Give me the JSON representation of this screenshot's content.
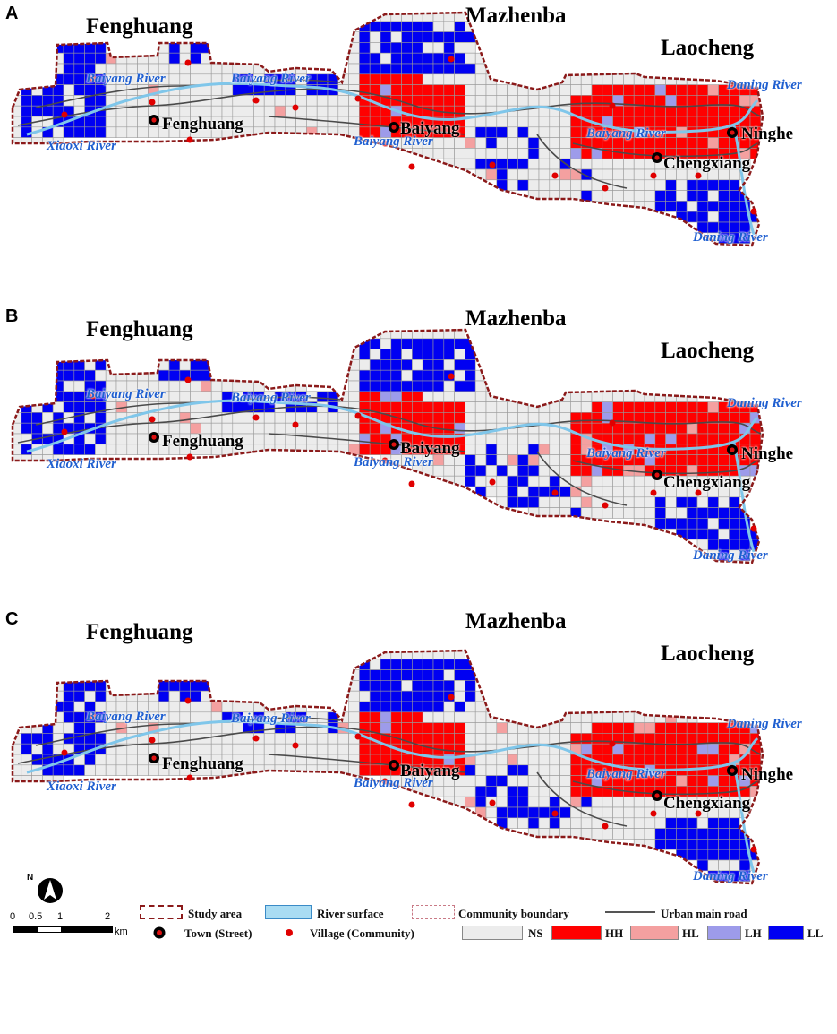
{
  "panels": [
    {
      "letter": "A",
      "regions": [
        "Fenghuang",
        "Mazhenba",
        "Laocheng"
      ],
      "towns": [
        "Fenghuang",
        "Baiyang",
        "Ninghe",
        "Chengxiang"
      ],
      "rivers": [
        "Baiyang River",
        "Baiyang River",
        "Xiaoxi River",
        "Baiyang River",
        "Baiyang River",
        "Daning River",
        "Daning River"
      ]
    },
    {
      "letter": "B",
      "regions": [
        "Fenghuang",
        "Mazhenba",
        "Laocheng"
      ],
      "towns": [
        "Fenghuang",
        "Baiyang",
        "Ninghe",
        "Chengxiang"
      ],
      "rivers": [
        "Baiyang River",
        "Baiyang River",
        "Xiaoxi River",
        "Baiyang River",
        "Baiyang River",
        "Daning River",
        "Daning River"
      ]
    },
    {
      "letter": "C",
      "regions": [
        "Fenghuang",
        "Mazhenba",
        "Laocheng"
      ],
      "towns": [
        "Fenghuang",
        "Baiyang",
        "Ninghe",
        "Chengxiang"
      ],
      "rivers": [
        "Baiyang River",
        "Baiyang River",
        "Xiaoxi River",
        "Baiyang River",
        "Baiyang River",
        "Daning River",
        "Daning River"
      ]
    }
  ],
  "legend": {
    "north": "N",
    "scale_ticks": [
      "0",
      "0.5",
      "1",
      "2"
    ],
    "scale_unit": "km",
    "items": [
      {
        "label": "Study area",
        "color": "#8b1a1a"
      },
      {
        "label": "River surface",
        "color": "#a9dcf3"
      },
      {
        "label": "Community boundary",
        "color": "#c97a86"
      },
      {
        "label": "Urban main road",
        "color": "#555555"
      },
      {
        "label": "Town (Street)",
        "color": "#8b1a1a"
      },
      {
        "label": "Village (Community)",
        "color": "#e00000"
      },
      {
        "label": "NS",
        "color": "#ececec"
      },
      {
        "label": "HH",
        "color": "#ff0000"
      },
      {
        "label": "HL",
        "color": "#f4a0a0"
      },
      {
        "label": "LH",
        "color": "#9d9bea"
      },
      {
        "label": "LL",
        "color": "#0000f2"
      }
    ]
  }
}
